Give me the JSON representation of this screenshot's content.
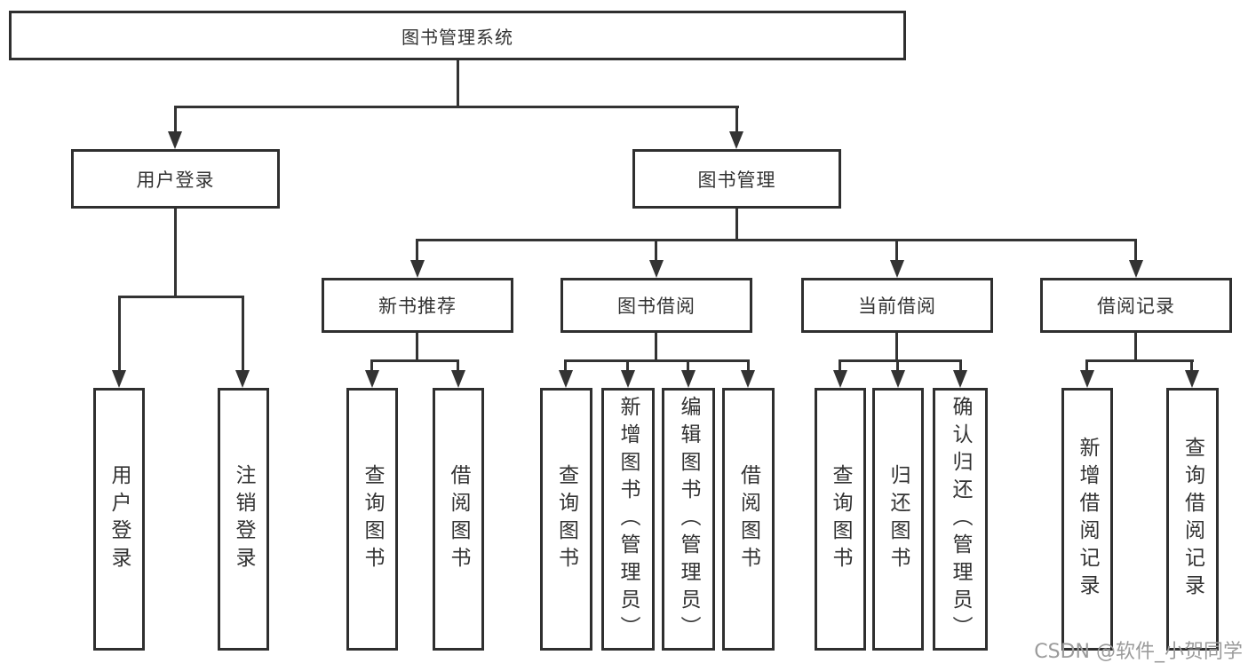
{
  "diagram": {
    "root": {
      "label": "图书管理系统"
    },
    "login_branch": {
      "label": "用户登录",
      "children": [
        {
          "label": "用户登录"
        },
        {
          "label": "注销登录"
        }
      ]
    },
    "mgmt_branch": {
      "label": "图书管理",
      "sections": [
        {
          "label": "新书推荐",
          "children": [
            {
              "label": "查询图书"
            },
            {
              "label": "借阅图书"
            }
          ]
        },
        {
          "label": "图书借阅",
          "children": [
            {
              "label": "查询图书"
            },
            {
              "label": "新增图书（管理员）"
            },
            {
              "label": "编辑图书（管理员）"
            },
            {
              "label": "借阅图书"
            }
          ]
        },
        {
          "label": "当前借阅",
          "children": [
            {
              "label": "查询图书"
            },
            {
              "label": "归还图书"
            },
            {
              "label": "确认归还（管理员）"
            }
          ]
        },
        {
          "label": "借阅记录",
          "children": [
            {
              "label": "新增借阅记录"
            },
            {
              "label": "查询借阅记录"
            }
          ]
        }
      ]
    }
  },
  "watermark": {
    "text": "CSDN @软件_小贺同学"
  },
  "colors": {
    "line": "#333333",
    "box_border": "#2f2f2f",
    "text": "#333333",
    "watermark": "#9b9b9b",
    "background": "#ffffff"
  }
}
